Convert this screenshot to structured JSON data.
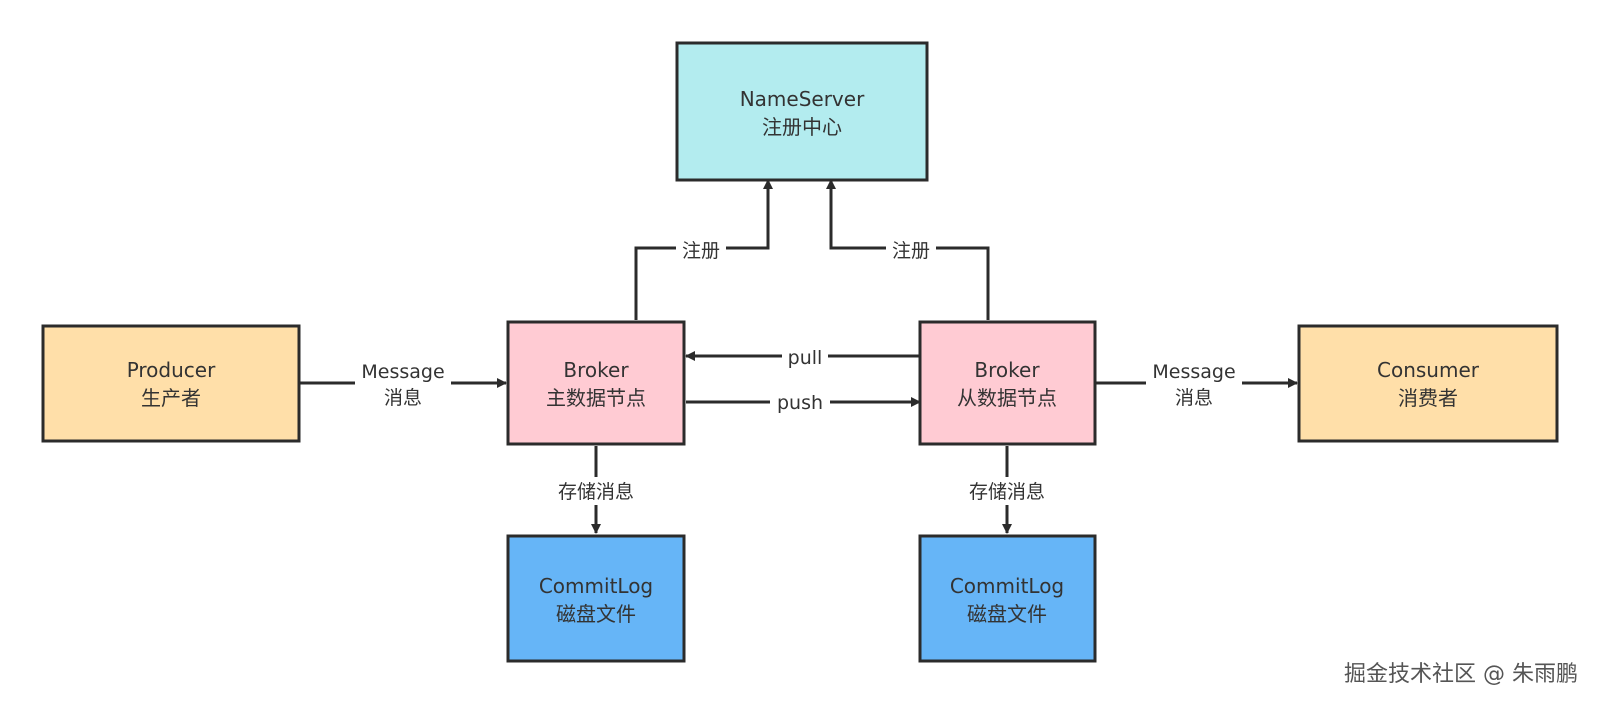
{
  "colors": {
    "nameserver": "#b3ecef",
    "producer": "#ffdfa9",
    "consumer": "#ffdfa9",
    "broker": "#ffcbd3",
    "commitlog": "#66b5f7",
    "stroke": "#2b2b2b"
  },
  "nodes": {
    "nameserver": {
      "line1": "NameServer",
      "line2": "注册中心"
    },
    "producer": {
      "line1": "Producer",
      "line2": "生产者"
    },
    "broker_master": {
      "line1": "Broker",
      "line2": "主数据节点"
    },
    "broker_slave": {
      "line1": "Broker",
      "line2": "从数据节点"
    },
    "consumer": {
      "line1": "Consumer",
      "line2": "消费者"
    },
    "commitlog_master": {
      "line1": "CommitLog",
      "line2": "磁盘文件"
    },
    "commitlog_slave": {
      "line1": "CommitLog",
      "line2": "磁盘文件"
    }
  },
  "edges": {
    "producer_to_master": {
      "line1": "Message",
      "line2": "消息"
    },
    "slave_to_consumer": {
      "line1": "Message",
      "line2": "消息"
    },
    "master_register": "注册",
    "slave_register": "注册",
    "pull": "pull",
    "push": "push",
    "master_store": "存储消息",
    "slave_store": "存储消息"
  },
  "watermark": "掘金技术社区 @ 朱雨鹏"
}
